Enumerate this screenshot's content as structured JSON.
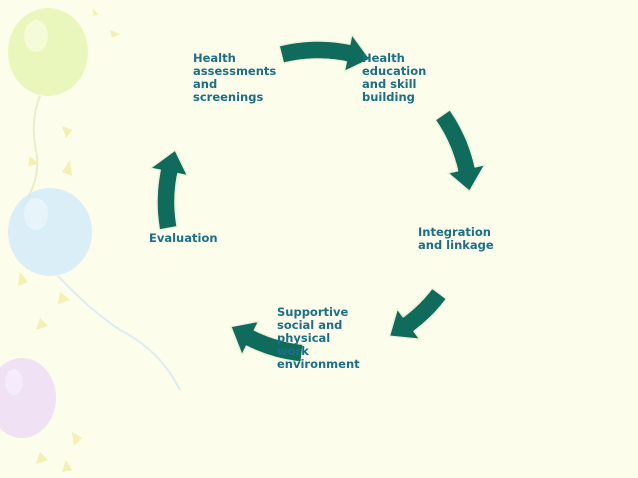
{
  "diagram": {
    "steps": [
      {
        "label": "Health\nassessments\nand\nscreenings"
      },
      {
        "label": "Health\neducation\nand skill\nbuilding"
      },
      {
        "label": "Integration\nand linkage"
      },
      {
        "label": "Supportive\nsocial and\nphysical\nwork\nenvironment"
      },
      {
        "label": "Evaluation"
      }
    ]
  },
  "colors": {
    "arrow": "#0f6b5c",
    "arrow_outline": "#eef2d8",
    "text": "#1b6f86",
    "background": "#fdfdec",
    "balloon_green": "#e4f7b0",
    "balloon_blue": "#cfe9f8",
    "balloon_purple": "#ecd9f6",
    "sparkle": "#f7f4b8"
  }
}
